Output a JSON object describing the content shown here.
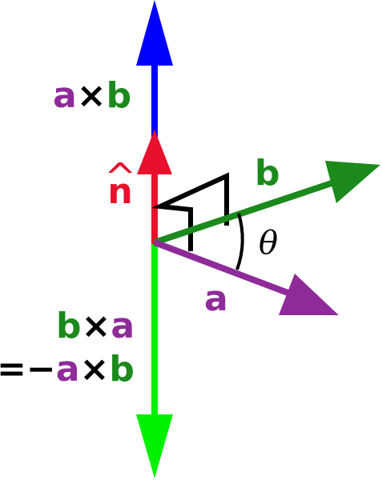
{
  "colors": {
    "purple": "#8e2b99",
    "green": "#1b891b",
    "blue": "#0000ff",
    "red": "#e8112d",
    "lime": "#00f000",
    "black": "#000000"
  },
  "labels": {
    "axb_top": {
      "a": "a",
      "times": "×",
      "b": "b"
    },
    "n_hat": {
      "hat": "^",
      "n": "n"
    },
    "vec_b": "b",
    "vec_a": "a",
    "theta": "θ",
    "bxa": {
      "b": "b",
      "times": "×",
      "a": "a"
    },
    "neg_axb": {
      "eq": "=",
      "minus": "−",
      "a": "a",
      "times": "×",
      "b": "b"
    }
  }
}
